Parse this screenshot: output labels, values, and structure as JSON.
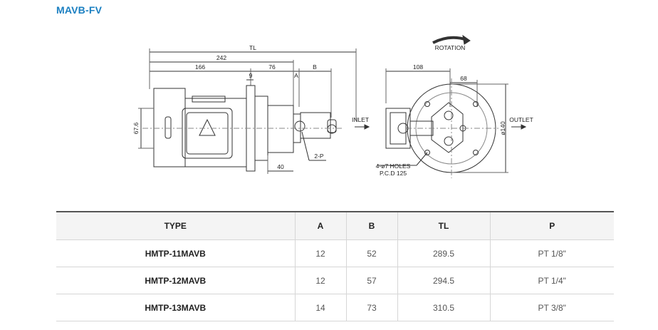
{
  "page": {
    "title": "MAVB-FV"
  },
  "drawing": {
    "dims": {
      "tl": "TL",
      "d242": "242",
      "d166": "166",
      "d76": "76",
      "d9": "9",
      "a": "A",
      "b": "B",
      "d67_6": "67.6",
      "d40": "40",
      "port": "2-P",
      "d108": "108",
      "d68": "68",
      "phi140": "ø140",
      "holes": "4-ø7 HOLES",
      "pcd": "P.C.D 125"
    },
    "labels": {
      "inlet": "INLET",
      "outlet": "OUTLET",
      "rotation": "ROTATION"
    }
  },
  "table": {
    "headers": [
      "TYPE",
      "A",
      "B",
      "TL",
      "P"
    ],
    "rows": [
      [
        "HMTP-11MAVB",
        "12",
        "52",
        "289.5",
        "PT 1/8\""
      ],
      [
        "HMTP-12MAVB",
        "12",
        "57",
        "294.5",
        "PT 1/4\""
      ],
      [
        "HMTP-13MAVB",
        "14",
        "73",
        "310.5",
        "PT 3/8\""
      ]
    ]
  }
}
